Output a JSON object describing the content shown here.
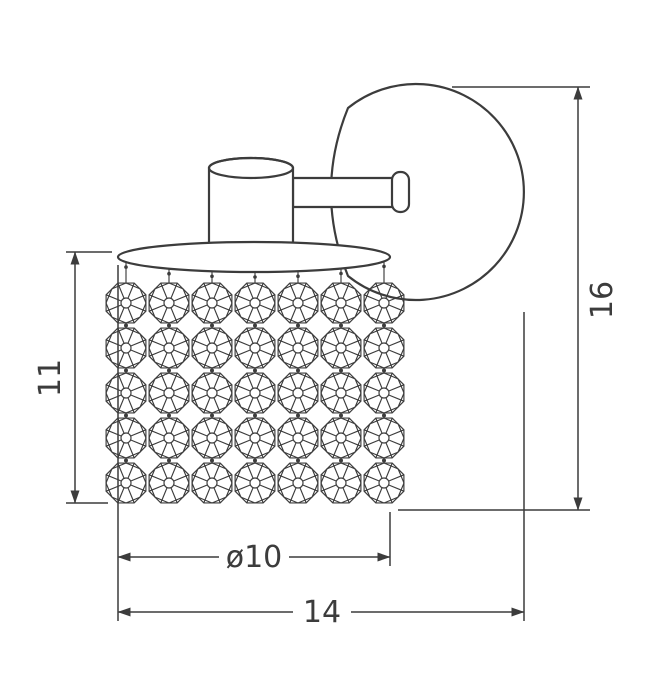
{
  "diagram": {
    "subject": "wall-sconce-crystal-lamp-technical-drawing",
    "background_color": "#ffffff",
    "line_color": "#3c3c3c",
    "dimensions": {
      "shade_height": {
        "label": "11"
      },
      "shade_diameter": {
        "label": "ø10"
      },
      "total_width": {
        "label": "14"
      },
      "total_height": {
        "label": "16"
      }
    },
    "shade_grid": {
      "rows": 5,
      "cols": 7
    }
  }
}
